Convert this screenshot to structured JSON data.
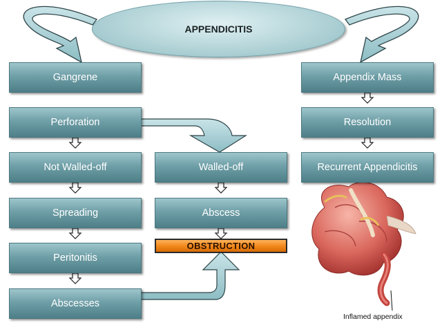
{
  "title": "APPENDICITIS",
  "left_column": [
    "Gangrene",
    "Perforation",
    "Not Walled-off",
    "Spreading",
    "Peritonitis",
    "Abscesses"
  ],
  "middle_column": [
    "Walled-off",
    "Abscess"
  ],
  "obstruction": "OBSTRUCTION",
  "right_column": [
    "Appendix Mass",
    "Resolution",
    "Recurrent Appendicitis"
  ],
  "illustration": {
    "caption": "Inflamed appendix",
    "icon": "inflamed-appendix-illustration"
  },
  "colors": {
    "box_fill": "#6f9fa7",
    "arrow_fill": "#a9d0d6",
    "obstruction_fill": "#f28a1d"
  }
}
